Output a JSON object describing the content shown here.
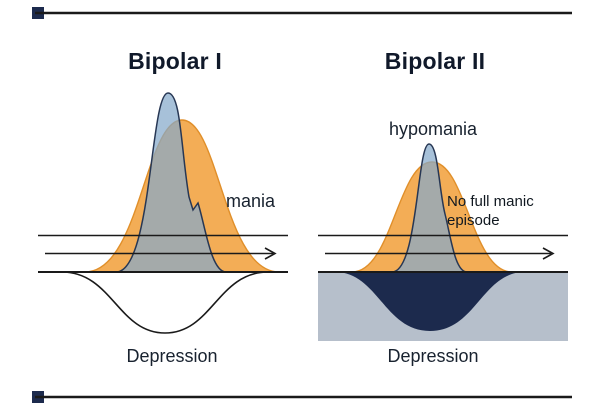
{
  "diagram": {
    "left": {
      "title": "Bipolar I",
      "mania_label": "mania",
      "depression_label": "Depression"
    },
    "right": {
      "title": "Bipolar II",
      "hypomania_label": "hypomania",
      "note": "No full manic episode",
      "depression_label": "Depression"
    },
    "colors": {
      "orange": "#F2A444",
      "blue": "#85A9CB",
      "navy": "#1C2A4D",
      "band": "#B6BFCB",
      "line": "#1A1A1A"
    }
  }
}
